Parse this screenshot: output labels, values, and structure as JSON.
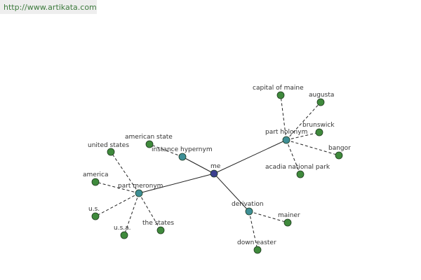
{
  "source_url": "http://www.artikata.com",
  "colors": {
    "center_node": "#3a3f8f",
    "relation_node": "#3e8f96",
    "leaf_node": "#3f8a3c",
    "edge": "#222222",
    "url_text": "#3c7a3c"
  },
  "graph": {
    "center": {
      "id": "me",
      "label": "me"
    },
    "relations": [
      {
        "id": "instance-hypernym",
        "label": "instance hypernym"
      },
      {
        "id": "part-holonym",
        "label": "part holonym"
      },
      {
        "id": "part-meronym",
        "label": "part meronym"
      },
      {
        "id": "derivation",
        "label": "derivation"
      }
    ],
    "leaves": [
      {
        "id": "american-state",
        "label": "american state",
        "parent": "instance-hypernym"
      },
      {
        "id": "capital-of-maine",
        "label": "capital of maine",
        "parent": "part-holonym"
      },
      {
        "id": "augusta",
        "label": "augusta",
        "parent": "part-holonym"
      },
      {
        "id": "brunswick",
        "label": "brunswick",
        "parent": "part-holonym"
      },
      {
        "id": "bangor",
        "label": "bangor",
        "parent": "part-holonym"
      },
      {
        "id": "acadia-national-park",
        "label": "acadia national park",
        "parent": "part-holonym"
      },
      {
        "id": "united-states",
        "label": "united states",
        "parent": "part-meronym"
      },
      {
        "id": "america",
        "label": "america",
        "parent": "part-meronym"
      },
      {
        "id": "us",
        "label": "u.s.",
        "parent": "part-meronym"
      },
      {
        "id": "usa",
        "label": "u.s.a.",
        "parent": "part-meronym"
      },
      {
        "id": "the-states",
        "label": "the states",
        "parent": "part-meronym"
      },
      {
        "id": "mainer",
        "label": "mainer",
        "parent": "derivation"
      },
      {
        "id": "down-easter",
        "label": "down easter",
        "parent": "derivation"
      }
    ]
  }
}
